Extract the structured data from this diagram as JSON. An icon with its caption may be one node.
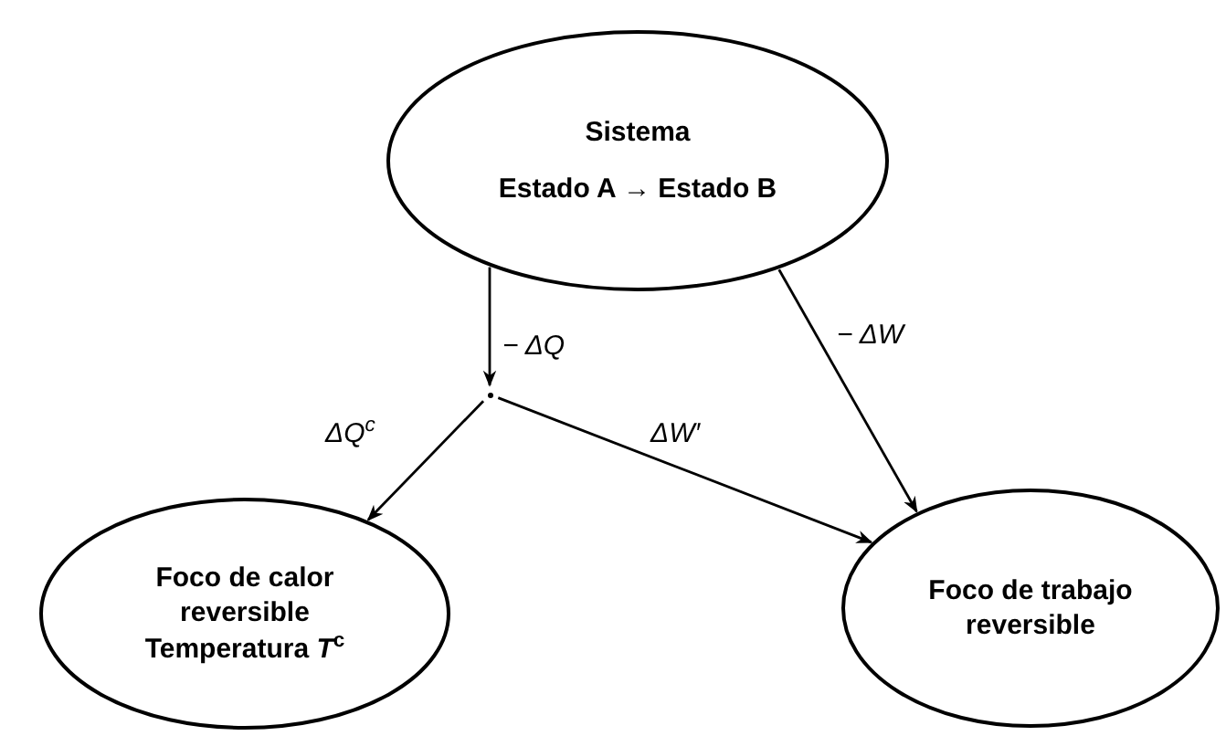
{
  "diagram": {
    "nodes": [
      {
        "text": [
          "Sistema",
          "Estado A → Estado B"
        ]
      },
      {
        "text": [],
        "shape": "point"
      },
      {
        "text": [
          "Foco de calor reversible Temperatura *T*$^{c}$"
        ]
      },
      {
        "text": [
          "Foco de trabajo reversible"
        ]
      }
    ],
    "edges": [
      {
        "from": 0,
        "to": 1,
        "arrow": "to",
        "label": "− ΔQ"
      },
      {
        "from": 1,
        "to": 2,
        "arrow": "to",
        "label": "ΔQ$^{c}$"
      },
      {
        "from": 1,
        "to": 3,
        "arrow": "to",
        "label": "ΔW′"
      },
      {
        "from": 0,
        "to": 3,
        "arrow": "to",
        "label": "− ΔW"
      }
    ]
  }
}
